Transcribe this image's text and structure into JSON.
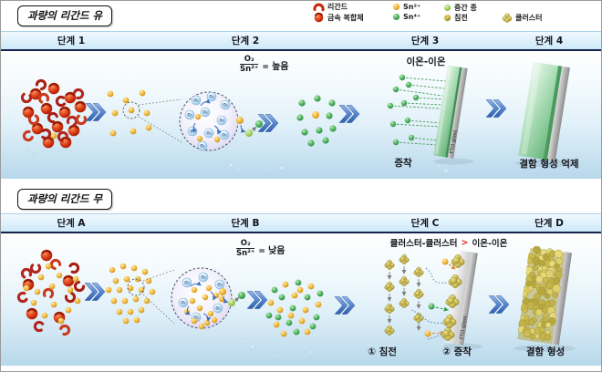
{
  "legend": {
    "items": [
      {
        "name": "ligand",
        "label": "리간드"
      },
      {
        "name": "metal-complex",
        "label": "금속 복합체"
      },
      {
        "name": "sn2-ion",
        "label": "Sn²⁺"
      },
      {
        "name": "sn4-ion",
        "label": "Sn⁴⁺"
      },
      {
        "name": "intermediate-species",
        "label": "중간 종"
      },
      {
        "name": "precipitate",
        "label": "침전"
      },
      {
        "name": "cluster",
        "label": "클러스터"
      }
    ]
  },
  "molecule_labels": {
    "o2": "O₂"
  },
  "panel_with_ligand": {
    "title": "과량의 리간드 유",
    "stage_headers": [
      "단계 1",
      "단계 2",
      "단계 3",
      "단계 4"
    ],
    "ratio": {
      "numerator": "O₂",
      "denominator": "Sn²⁺",
      "equals": "=",
      "value": "높음"
    },
    "mechanism_label": "이온-이온",
    "deposition_label": "증착",
    "substrate_label": "FTO glass",
    "outcome_label": "결함 형성 억제"
  },
  "panel_without_ligand": {
    "title": "과량의 리간드 무",
    "stage_headers": [
      "단계 A",
      "단계 B",
      "단계 C",
      "단계 D"
    ],
    "ratio": {
      "numerator": "O₂",
      "denominator": "Sn²⁺",
      "equals": "=",
      "value": "낮음"
    },
    "mechanism_label": {
      "left": "클러스터-클러스터",
      "comparator": ">",
      "right": "이온-이온"
    },
    "precipitation_label": "① 침전",
    "deposition_label": "② 증착",
    "substrate_label": "FTO glass",
    "outcome_label": "결함 형성"
  },
  "colors": {
    "ligand_red": "#b3261e",
    "complex_red": "#c22708",
    "sn2_yellow": "#e0a32e",
    "sn4_green": "#2f9245",
    "intermediate_green": "#8cc455",
    "cluster_olive": "#c2b44a",
    "chevron_blue": "#4b7ec6",
    "header_line_navy": "#15224a",
    "comparator_red": "#e02a1a"
  }
}
